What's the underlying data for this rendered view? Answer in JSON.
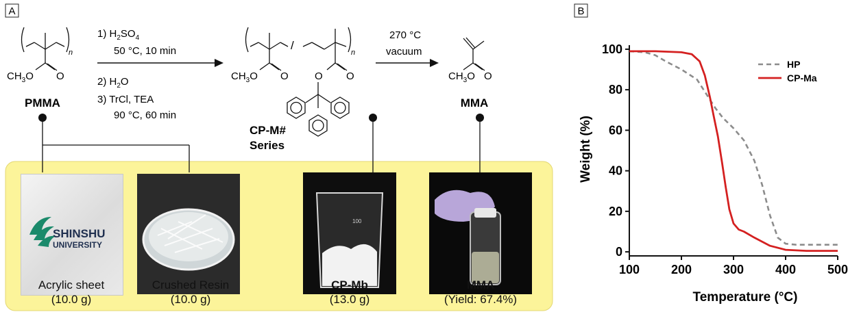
{
  "panel_a": {
    "label": "A",
    "reaction": {
      "step1_reagent": "1) H",
      "step1_sub": "2",
      "step1_reagent_tail": "SO",
      "step1_sub2": "4",
      "step1_cond": "50 °C, 10 min",
      "step2": "2) H",
      "step2_sub": "2",
      "step2_tail": "O",
      "step3": "3) TrCl, TEA",
      "step3_cond": "90 °C, 60 min",
      "pyrolysis_temp": "270 °C",
      "pyrolysis_cond": "vacuum"
    },
    "compounds": {
      "pmma_name": "PMMA",
      "pmma_group": "CH",
      "pmma_group_sub": "3",
      "pmma_group_tail": "O",
      "pmma_carbonyl": "O",
      "pmma_n": "n",
      "cp_group": "CH",
      "cp_group_sub": "3",
      "cp_group_tail": "O",
      "cp_carbonyl": "O",
      "cp_ester_o": "O",
      "cp_ester_carbonyl": "O",
      "cp_n": "n",
      "cp_slash": "/",
      "cp_name_line1": "CP-M#",
      "cp_name_line2": "Series",
      "mma_name": "MMA",
      "mma_group": "CH",
      "mma_group_sub": "3",
      "mma_group_tail": "O",
      "mma_carbonyl": "O"
    },
    "photos": {
      "logo_line1": "SHINSHU",
      "logo_line2": "UNIVERSITY",
      "beaker_mark": "100"
    },
    "captions": [
      {
        "line1": "Acrylic sheet",
        "line2": "(10.0 g)",
        "bold": false
      },
      {
        "line1": "Crushed Resin",
        "line2": "(10.0 g)",
        "bold": false
      },
      {
        "line1": "CP-Mb",
        "line2": "(13.0 g)",
        "bold": true
      },
      {
        "line1": "MMA",
        "line2": "(Yield: 67.4%)",
        "bold": true
      }
    ],
    "colors": {
      "highlight": "#fcf49a",
      "highlight_border": "#e3d772"
    }
  },
  "panel_b": {
    "label": "B",
    "chart_data": {
      "type": "line",
      "xlabel": "Temperature (°C)",
      "ylabel": "Weight (%)",
      "xlim": [
        100,
        500
      ],
      "ylim": [
        -2,
        102
      ],
      "xticks": [
        100,
        200,
        300,
        400,
        500
      ],
      "yticks": [
        0,
        20,
        40,
        60,
        80,
        100
      ],
      "legend_position": "top-right",
      "series": [
        {
          "name": "HP",
          "color": "#8c8c8c",
          "dash": true,
          "x": [
            100,
            130,
            150,
            170,
            200,
            230,
            250,
            265,
            280,
            300,
            320,
            340,
            355,
            370,
            385,
            400,
            420,
            460,
            500
          ],
          "y": [
            99,
            98.5,
            97,
            94,
            90,
            85,
            77,
            71,
            66,
            61,
            55,
            45,
            33,
            18,
            7,
            4,
            3.5,
            3.5,
            3.5
          ]
        },
        {
          "name": "CP-Ma",
          "color": "#d42020",
          "dash": false,
          "x": [
            100,
            150,
            200,
            220,
            235,
            245,
            255,
            262,
            270,
            278,
            285,
            292,
            300,
            310,
            320,
            340,
            370,
            400,
            440,
            500
          ],
          "y": [
            99,
            99,
            98.5,
            97.5,
            94,
            87,
            76,
            67,
            57,
            44,
            32,
            21,
            14,
            11,
            10,
            7,
            3,
            1,
            0.5,
            0.5
          ]
        }
      ]
    }
  }
}
